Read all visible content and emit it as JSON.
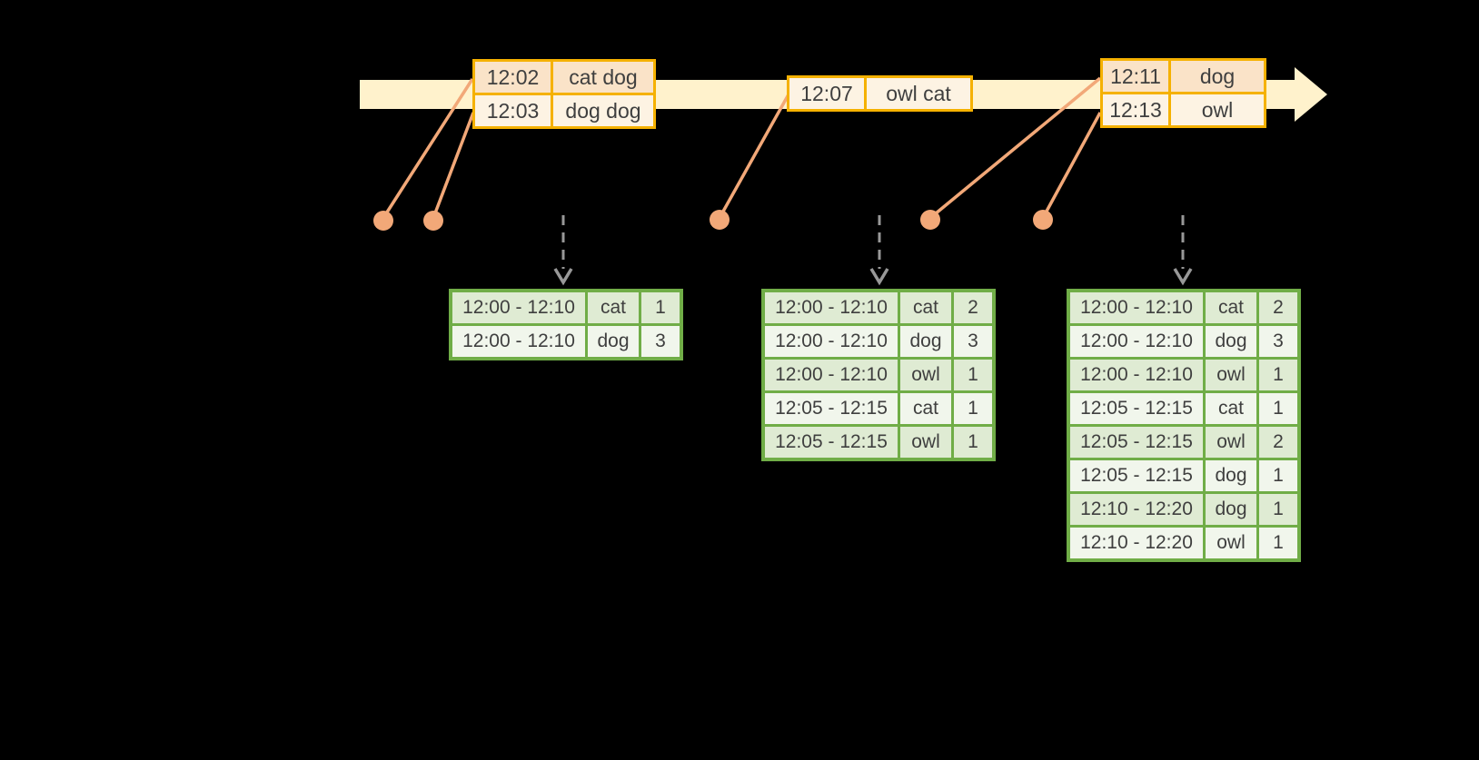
{
  "diagram": {
    "kind": "streaming-windowed-aggregation-timeline",
    "background": "#000000"
  },
  "colors": {
    "timeline_band": "#FFF2CC",
    "gold_border": "#F5B100",
    "event_row_dark": "#FAE3C8",
    "event_row_light": "#FDF3E3",
    "green_border": "#70AD47",
    "result_row_dark": "#DFEBD3",
    "result_row_light": "#F1F6EC",
    "dot_salmon": "#F2A878",
    "trigger_gray": "#989898",
    "text": "#3F3F3F"
  },
  "icons": {
    "timeline_arrowhead": "right-pointing triangle (css border shape)",
    "event_dot": "filled salmon circle",
    "event_connector": "salmon diagonal line",
    "trigger_arrow": "gray dashed vertical arrow with chevron head"
  },
  "event_tables": [
    {
      "rows": [
        {
          "time": "12:02",
          "words": "cat dog"
        },
        {
          "time": "12:03",
          "words": "dog dog"
        }
      ]
    },
    {
      "rows": [
        {
          "time": "12:07",
          "words": "owl cat"
        }
      ]
    },
    {
      "rows": [
        {
          "time": "12:11",
          "words": "dog"
        },
        {
          "time": "12:13",
          "words": "owl"
        }
      ]
    }
  ],
  "result_tables": [
    {
      "rows": [
        {
          "window": "12:00 - 12:10",
          "word": "cat",
          "count": "1"
        },
        {
          "window": "12:00 - 12:10",
          "word": "dog",
          "count": "3"
        }
      ]
    },
    {
      "rows": [
        {
          "window": "12:00 - 12:10",
          "word": "cat",
          "count": "2"
        },
        {
          "window": "12:00 - 12:10",
          "word": "dog",
          "count": "3"
        },
        {
          "window": "12:00 - 12:10",
          "word": "owl",
          "count": "1"
        },
        {
          "window": "12:05 - 12:15",
          "word": "cat",
          "count": "1"
        },
        {
          "window": "12:05 - 12:15",
          "word": "owl",
          "count": "1"
        }
      ]
    },
    {
      "rows": [
        {
          "window": "12:00 - 12:10",
          "word": "cat",
          "count": "2"
        },
        {
          "window": "12:00 - 12:10",
          "word": "dog",
          "count": "3"
        },
        {
          "window": "12:00 - 12:10",
          "word": "owl",
          "count": "1"
        },
        {
          "window": "12:05 - 12:15",
          "word": "cat",
          "count": "1"
        },
        {
          "window": "12:05 - 12:15",
          "word": "owl",
          "count": "2"
        },
        {
          "window": "12:05 - 12:15",
          "word": "dog",
          "count": "1"
        },
        {
          "window": "12:10 - 12:20",
          "word": "dog",
          "count": "1"
        },
        {
          "window": "12:10 - 12:20",
          "word": "owl",
          "count": "1"
        }
      ]
    }
  ]
}
